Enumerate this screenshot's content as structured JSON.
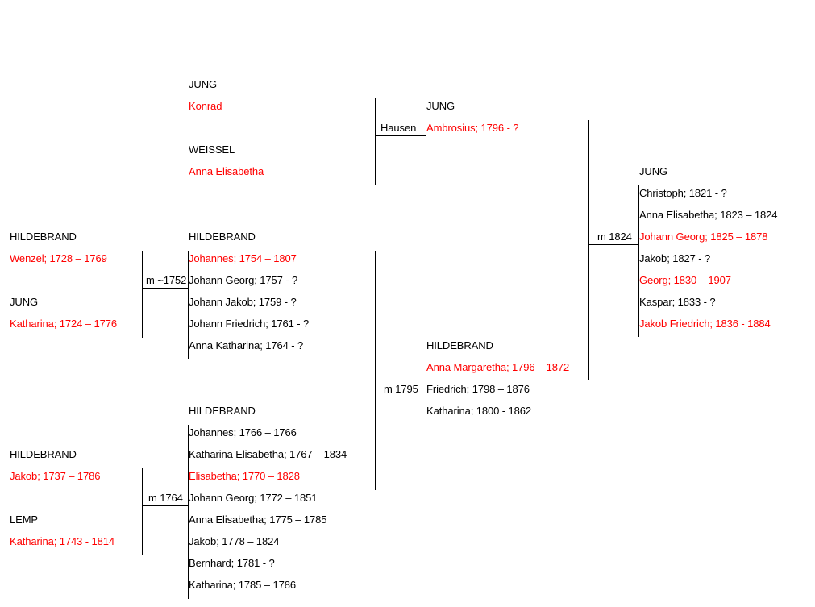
{
  "colors": {
    "ancestor_red": "#ff0000",
    "text_black": "#000000",
    "line": "#000000"
  },
  "gen_left_top": {
    "husband_surname": "HILDEBRAND",
    "husband": "Wenzel; 1728 – 1769",
    "wife_surname": "JUNG",
    "wife": "Katharina; 1724 – 1776",
    "marriage": "m ~1752"
  },
  "gen_left_bottom": {
    "husband_surname": "HILDEBRAND",
    "husband": "Jakob; 1737 – 1786",
    "wife_surname": "LEMP",
    "wife": "Katharina; 1743 - 1814",
    "marriage": "m 1764"
  },
  "gen_mid_top": {
    "husband_surname": "JUNG",
    "husband": "Konrad",
    "wife_surname": "WEISSEL",
    "wife": "Anna Elisabetha"
  },
  "children_1752": {
    "surname": "HILDEBRAND",
    "items": [
      "Johannes; 1754 – 1807",
      "Johann Georg; 1757 - ?",
      "Johann Jakob; 1759 - ?",
      "Johann Friedrich; 1761 - ?",
      "Anna Katharina; 1764 - ?"
    ]
  },
  "children_1764": {
    "surname": "HILDEBRAND",
    "items": [
      "Johannes; 1766 – 1766",
      "Katharina Elisabetha; 1767 – 1834",
      "Elisabetha; 1770 – 1828",
      "Johann Georg; 1772 – 1851",
      "Anna Elisabetha; 1775 – 1785",
      "Jakob; 1778 – 1824",
      "Bernhard; 1781 - ?",
      "Katharina; 1785 – 1786"
    ]
  },
  "hausen": {
    "label": "Hausen",
    "surname": "JUNG",
    "person": "Ambrosius; 1796 - ?"
  },
  "children_1795": {
    "marriage": "m 1795",
    "surname": "HILDEBRAND",
    "items": [
      "Anna Margaretha; 1796 – 1872",
      "Friedrich; 1798 – 1876",
      "Katharina; 1800 - 1862"
    ]
  },
  "children_1824": {
    "marriage": "m 1824",
    "surname": "JUNG",
    "items": [
      "Christoph; 1821 - ?",
      "Anna Elisabetha; 1823 – 1824",
      "Johann Georg; 1825 – 1878",
      "Jakob; 1827 - ?",
      "Georg; 1830 – 1907",
      "Kaspar; 1833 - ?",
      "Jakob Friedrich; 1836 - 1884"
    ]
  }
}
